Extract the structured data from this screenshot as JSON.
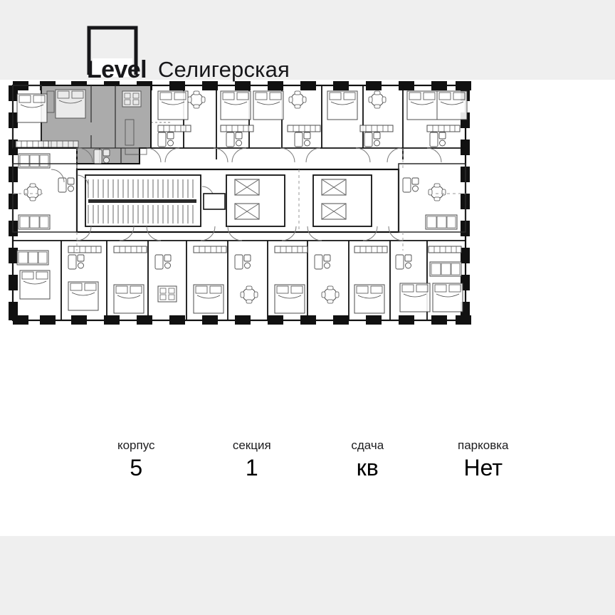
{
  "brand": {
    "logo_word": "Level",
    "project_name": "Селигерская",
    "logo_mark": "square-bracket-logo"
  },
  "floorplan": {
    "title": "floor-plan",
    "highlight_color": "#ababab",
    "wall_color": "#000000",
    "line_color": "#1a1a1a",
    "highlighted_unit": {
      "position": "top-left",
      "label": "selected-apartment"
    },
    "core": {
      "stairs": "double-flight-staircase",
      "elevators": 4
    }
  },
  "stats": [
    {
      "label": "корпус",
      "value": "5"
    },
    {
      "label": "секция",
      "value": "1"
    },
    {
      "label": "сдача",
      "value": "кв"
    },
    {
      "label": "парковка",
      "value": "Нет"
    }
  ]
}
